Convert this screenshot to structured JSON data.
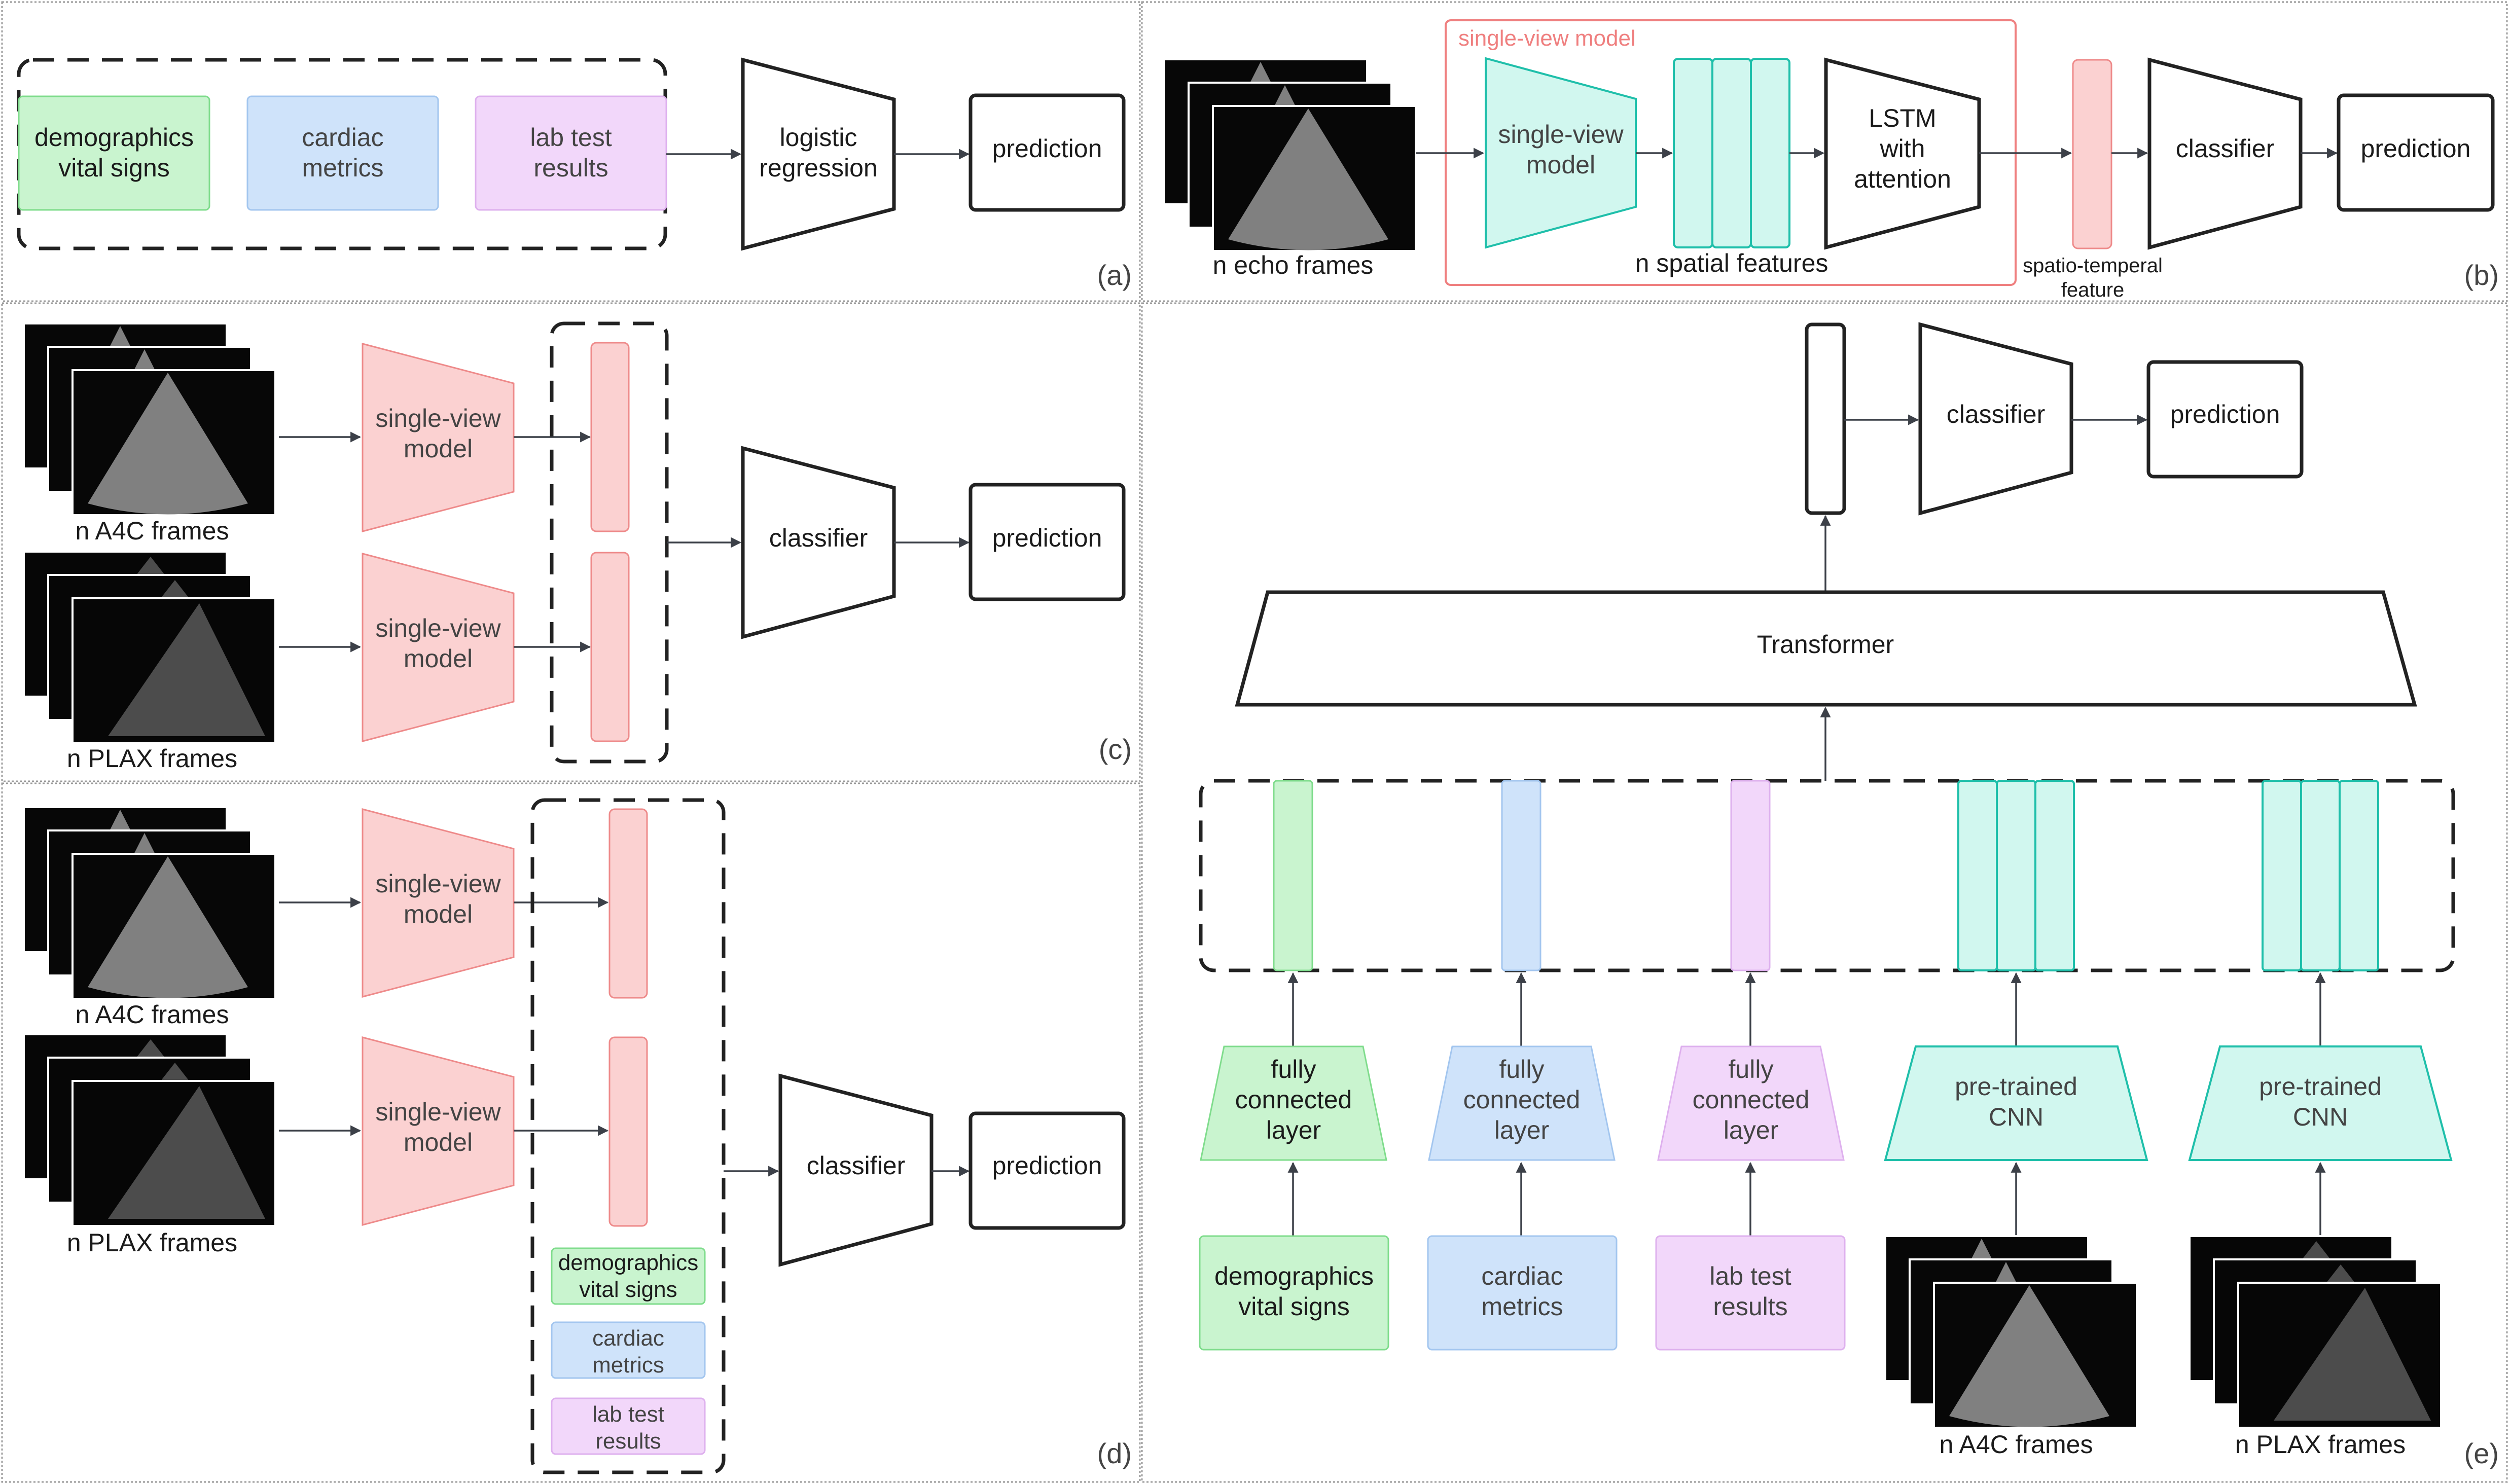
{
  "panels": {
    "a": {
      "tag": "(a)",
      "inputs": [
        "demographics\nvital signs",
        "cardiac\nmetrics",
        "lab test\nresults"
      ],
      "model": "logistic\nregression",
      "output": "prediction"
    },
    "b": {
      "tag": "(b)",
      "frames_label": "n echo frames",
      "group_label": "single-view model",
      "encoder": "single-view\nmodel",
      "features_label": "n spatial features",
      "temporal": "LSTM\nwith\nattention",
      "feature_label": "spatio-temperal\nfeature",
      "classifier": "classifier",
      "output": "prediction"
    },
    "c": {
      "tag": "(c)",
      "frames": [
        "n A4C frames",
        "n PLAX frames"
      ],
      "encoder": "single-view\nmodel",
      "classifier": "classifier",
      "output": "prediction"
    },
    "d": {
      "tag": "(d)",
      "frames": [
        "n A4C frames",
        "n PLAX frames"
      ],
      "encoder": "single-view\nmodel",
      "tabular": [
        "demographics\nvital signs",
        "cardiac\nmetrics",
        "lab test\nresults"
      ],
      "classifier": "classifier",
      "output": "prediction"
    },
    "e": {
      "tag": "(e)",
      "classifier": "classifier",
      "output": "prediction",
      "transformer": "Transformer",
      "encoders": [
        "fully\nconnected\nlayer",
        "fully\nconnected\nlayer",
        "fully\nconnected\nlayer",
        "pre-trained\nCNN",
        "pre-trained\nCNN"
      ],
      "inputs": [
        "demographics\nvital signs",
        "cardiac\nmetrics",
        "lab test\nresults"
      ],
      "frames": [
        "n A4C frames",
        "n PLAX frames"
      ]
    }
  },
  "colors": {
    "demographics": "#c9f4cf",
    "cardiac": "#cfe3fa",
    "lab": "#f2d7fa",
    "single_view": "#fbd1d1",
    "features": "#d1f7ef",
    "group_outline": "#ef7f7f"
  }
}
